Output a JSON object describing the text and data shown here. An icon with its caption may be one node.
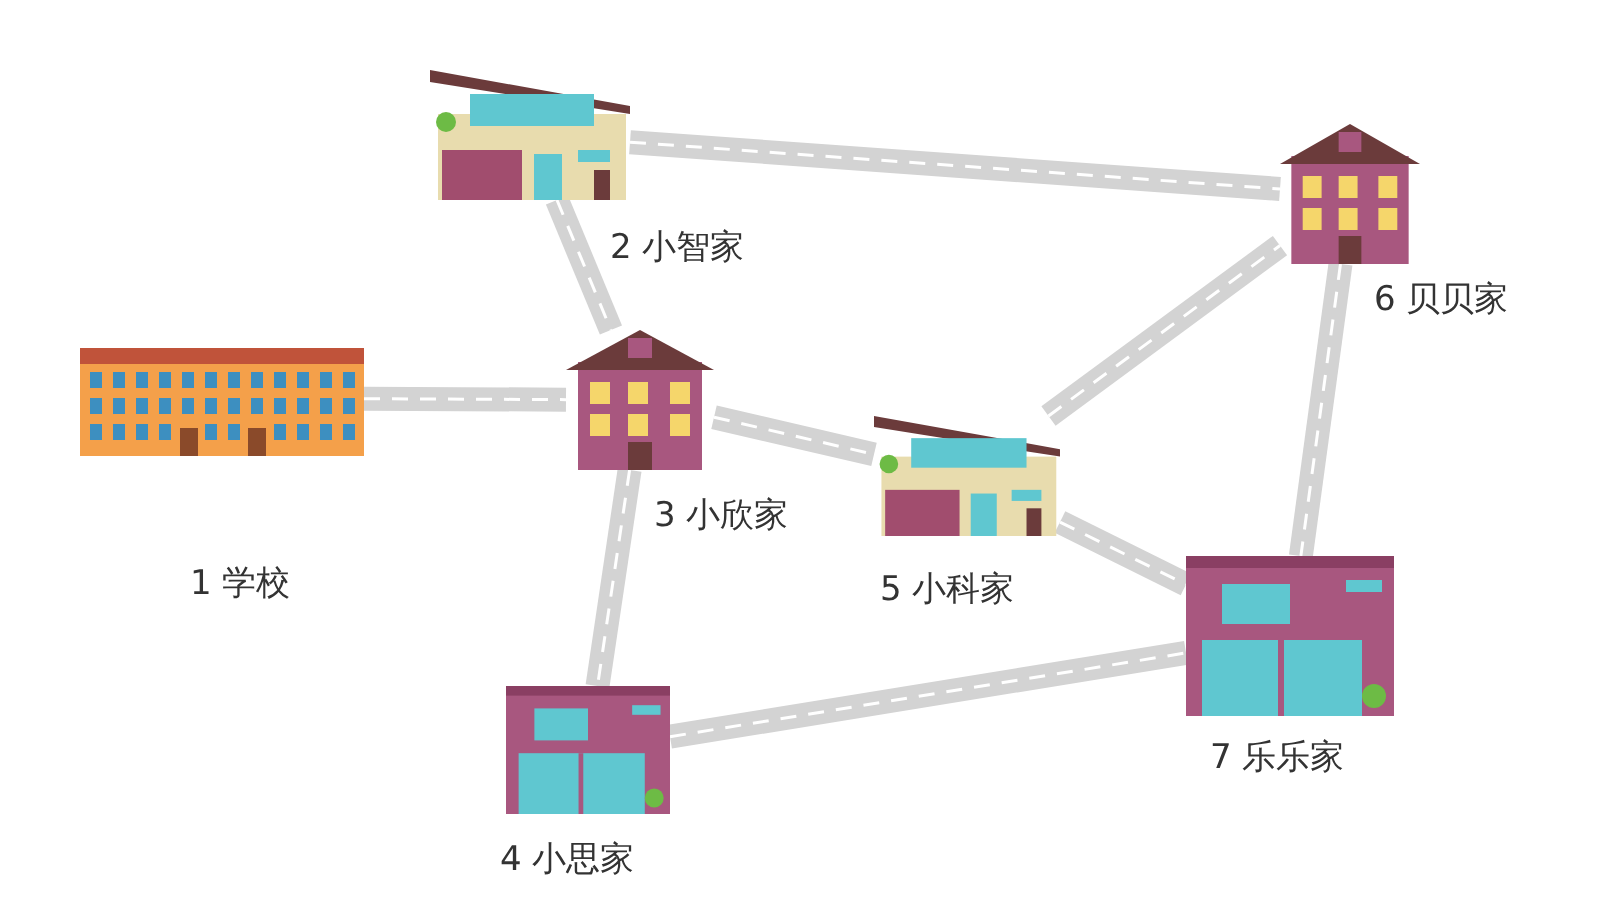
{
  "diagram": {
    "nodes": [
      {
        "text": [
          "1 学校"
        ]
      },
      {
        "text": [
          "2 小智家"
        ]
      },
      {
        "text": [
          "3 小欣家"
        ]
      },
      {
        "text": [
          "4 小思家"
        ]
      },
      {
        "text": [
          "5 小科家"
        ]
      },
      {
        "text": [
          "6 贝贝家"
        ]
      },
      {
        "text": [
          "7 乐乐家"
        ]
      }
    ],
    "edges": [
      {
        "from": 0,
        "to": 2,
        "arrow": "none"
      },
      {
        "from": 1,
        "to": 2,
        "arrow": "none"
      },
      {
        "from": 1,
        "to": 5,
        "arrow": "none"
      },
      {
        "from": 2,
        "to": 4,
        "arrow": "none"
      },
      {
        "from": 2,
        "to": 3,
        "arrow": "none"
      },
      {
        "from": 4,
        "to": 5,
        "arrow": "none"
      },
      {
        "from": 4,
        "to": 6,
        "arrow": "none"
      },
      {
        "from": 5,
        "to": 6,
        "arrow": "none"
      },
      {
        "from": 3,
        "to": 6,
        "arrow": "none"
      }
    ]
  }
}
